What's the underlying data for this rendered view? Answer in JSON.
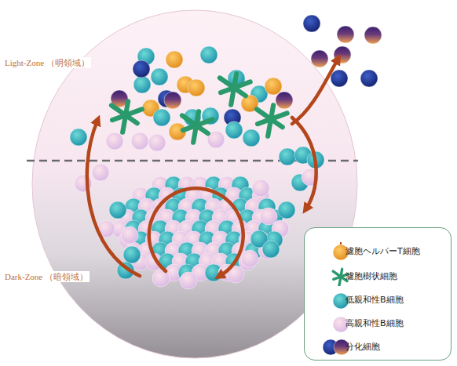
{
  "diagram": {
    "labels": [
      "Light-Zone （明領域）",
      "Dark-Zone （暗領域）"
    ],
    "legend": [
      {
        "text": "濾胞ヘルパーT細胞"
      },
      {
        "text": "濾胞樹状細胞"
      },
      {
        "text": "低親和性B細胞"
      },
      {
        "text": "高親和性B細胞"
      },
      {
        "text": "分化細胞"
      }
    ]
  }
}
